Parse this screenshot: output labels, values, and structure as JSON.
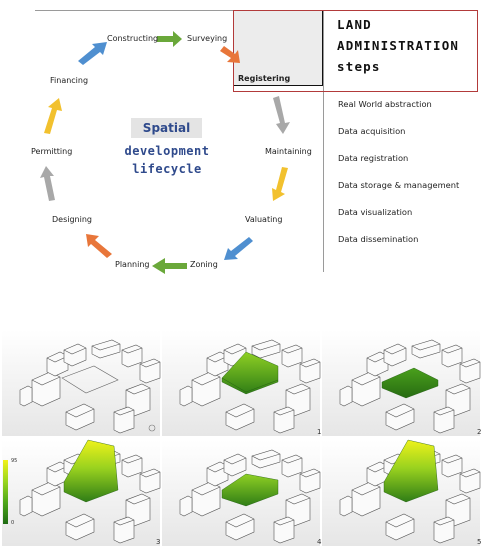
{
  "title": {
    "lines": [
      "LAND",
      "ADMINISTRATION",
      "steps"
    ]
  },
  "steps": [
    "Real World abstraction",
    "Data acquisition",
    "Data registration",
    "Data storage & management",
    "Data visualization",
    "Data dissemination"
  ],
  "cycle": {
    "center_line1": "Spatial",
    "center_line2": "development",
    "center_line3": "lifecycle",
    "stages": {
      "constructing": "Constructing",
      "surveying": "Surveying",
      "registering": "Registering",
      "maintaining": "Maintaining",
      "valuating": "Valuating",
      "zoning": "Zoning",
      "planning": "Planning",
      "designing": "Designing",
      "permitting": "Permitting",
      "financing": "Financing"
    },
    "arrow_colors": {
      "green": "#6aa83a",
      "orange": "#e8763a",
      "gray": "#a8a8a8",
      "yellow": "#f2c12e",
      "blue": "#4f8fd0"
    }
  },
  "panels": {
    "labels": [
      "1",
      "2",
      "3",
      "4",
      "5"
    ],
    "legend_max": "95",
    "legend_min": "0"
  }
}
